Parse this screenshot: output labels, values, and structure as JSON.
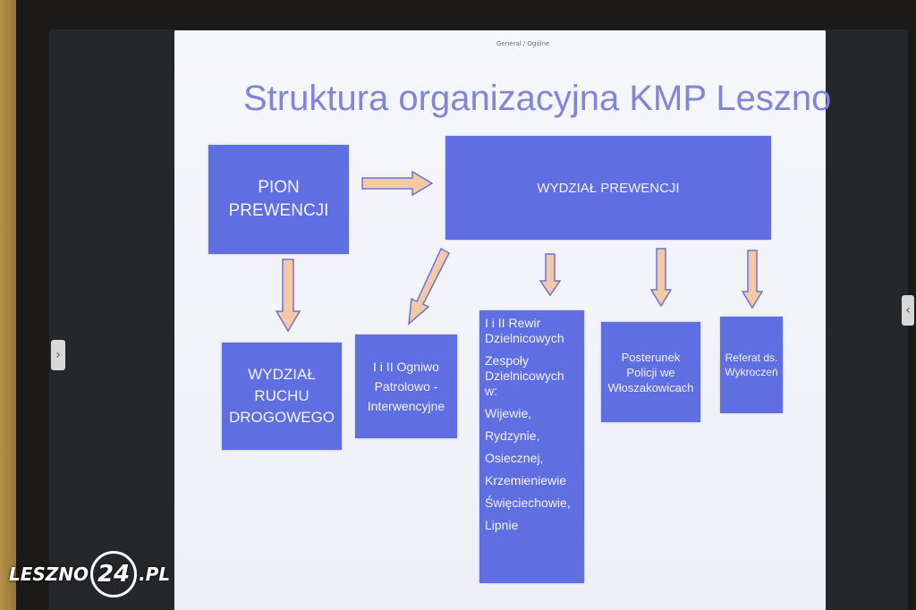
{
  "slide": {
    "header_label": "General / Ogólne",
    "title": "Struktura organizacyjna KMP Leszno"
  },
  "boxes": {
    "pion": [
      "PION",
      "PREWENCJI"
    ],
    "wydzial_prewencji": "WYDZIAŁ PREWENCJI",
    "ruch": [
      "WYDZIAŁ",
      "RUCHU",
      "DROGOWEGO"
    ],
    "ogniwo": [
      "I i II Ogniwo",
      "Patrolowo -",
      "Interwencyjne"
    ],
    "rewir": [
      "I i II Rewir",
      "Dzielnicowych",
      "Zespoły",
      "Dzielnicowych",
      "w:",
      "Wijewie,",
      "Rydzynie,",
      "Osiecznej,",
      "Krzemieniewie",
      "Święciechowie,",
      "Lipnie"
    ],
    "posterunek": [
      "Posterunek",
      "Policji we",
      "Włoszakowicach"
    ],
    "referat": [
      "Referat ds.",
      "Wykroczeń"
    ]
  },
  "nav": {
    "left_icon": "chevron-right-icon",
    "right_icon": "chevron-left-icon"
  },
  "watermark": {
    "left": "LESZNO",
    "circle": "24",
    "right": ".PL"
  },
  "colors": {
    "box_fill": "#5f6ee0",
    "box_text": "#f3f4ff",
    "title": "#7f86d8",
    "arrow_fill": "#f3c9a8",
    "arrow_stroke": "#6a74d8"
  }
}
